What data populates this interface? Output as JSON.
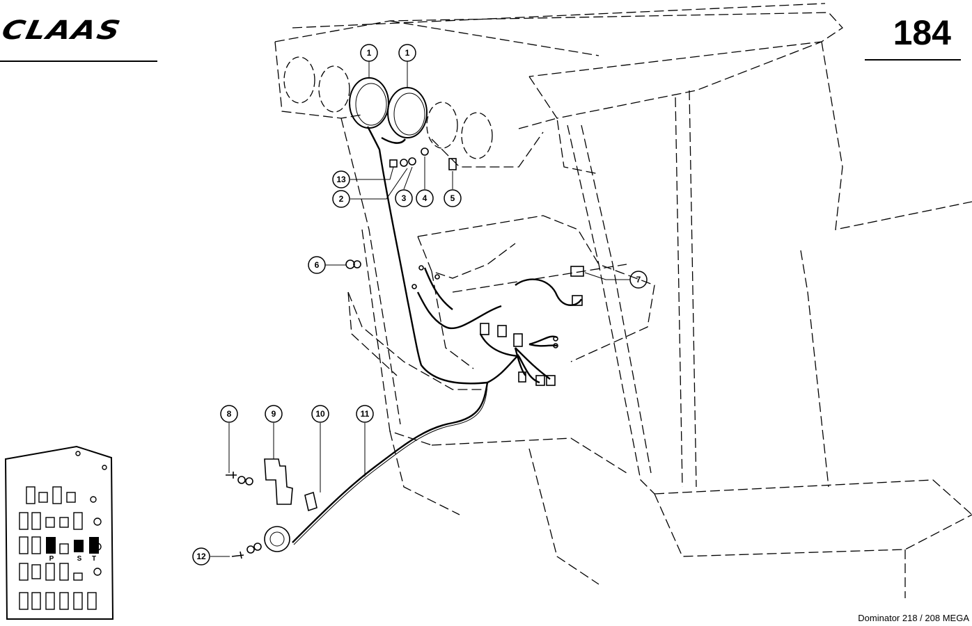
{
  "header": {
    "brand": "CLAAS",
    "page_number": "184"
  },
  "footer": {
    "model": "Dominator 218 / 208 MEGA"
  },
  "callouts": [
    "1",
    "1",
    "2",
    "3",
    "4",
    "5",
    "6",
    "7",
    "8",
    "9",
    "10",
    "11",
    "12",
    "13"
  ],
  "key_panel": {
    "labels": [
      "P",
      "S",
      "T"
    ]
  }
}
